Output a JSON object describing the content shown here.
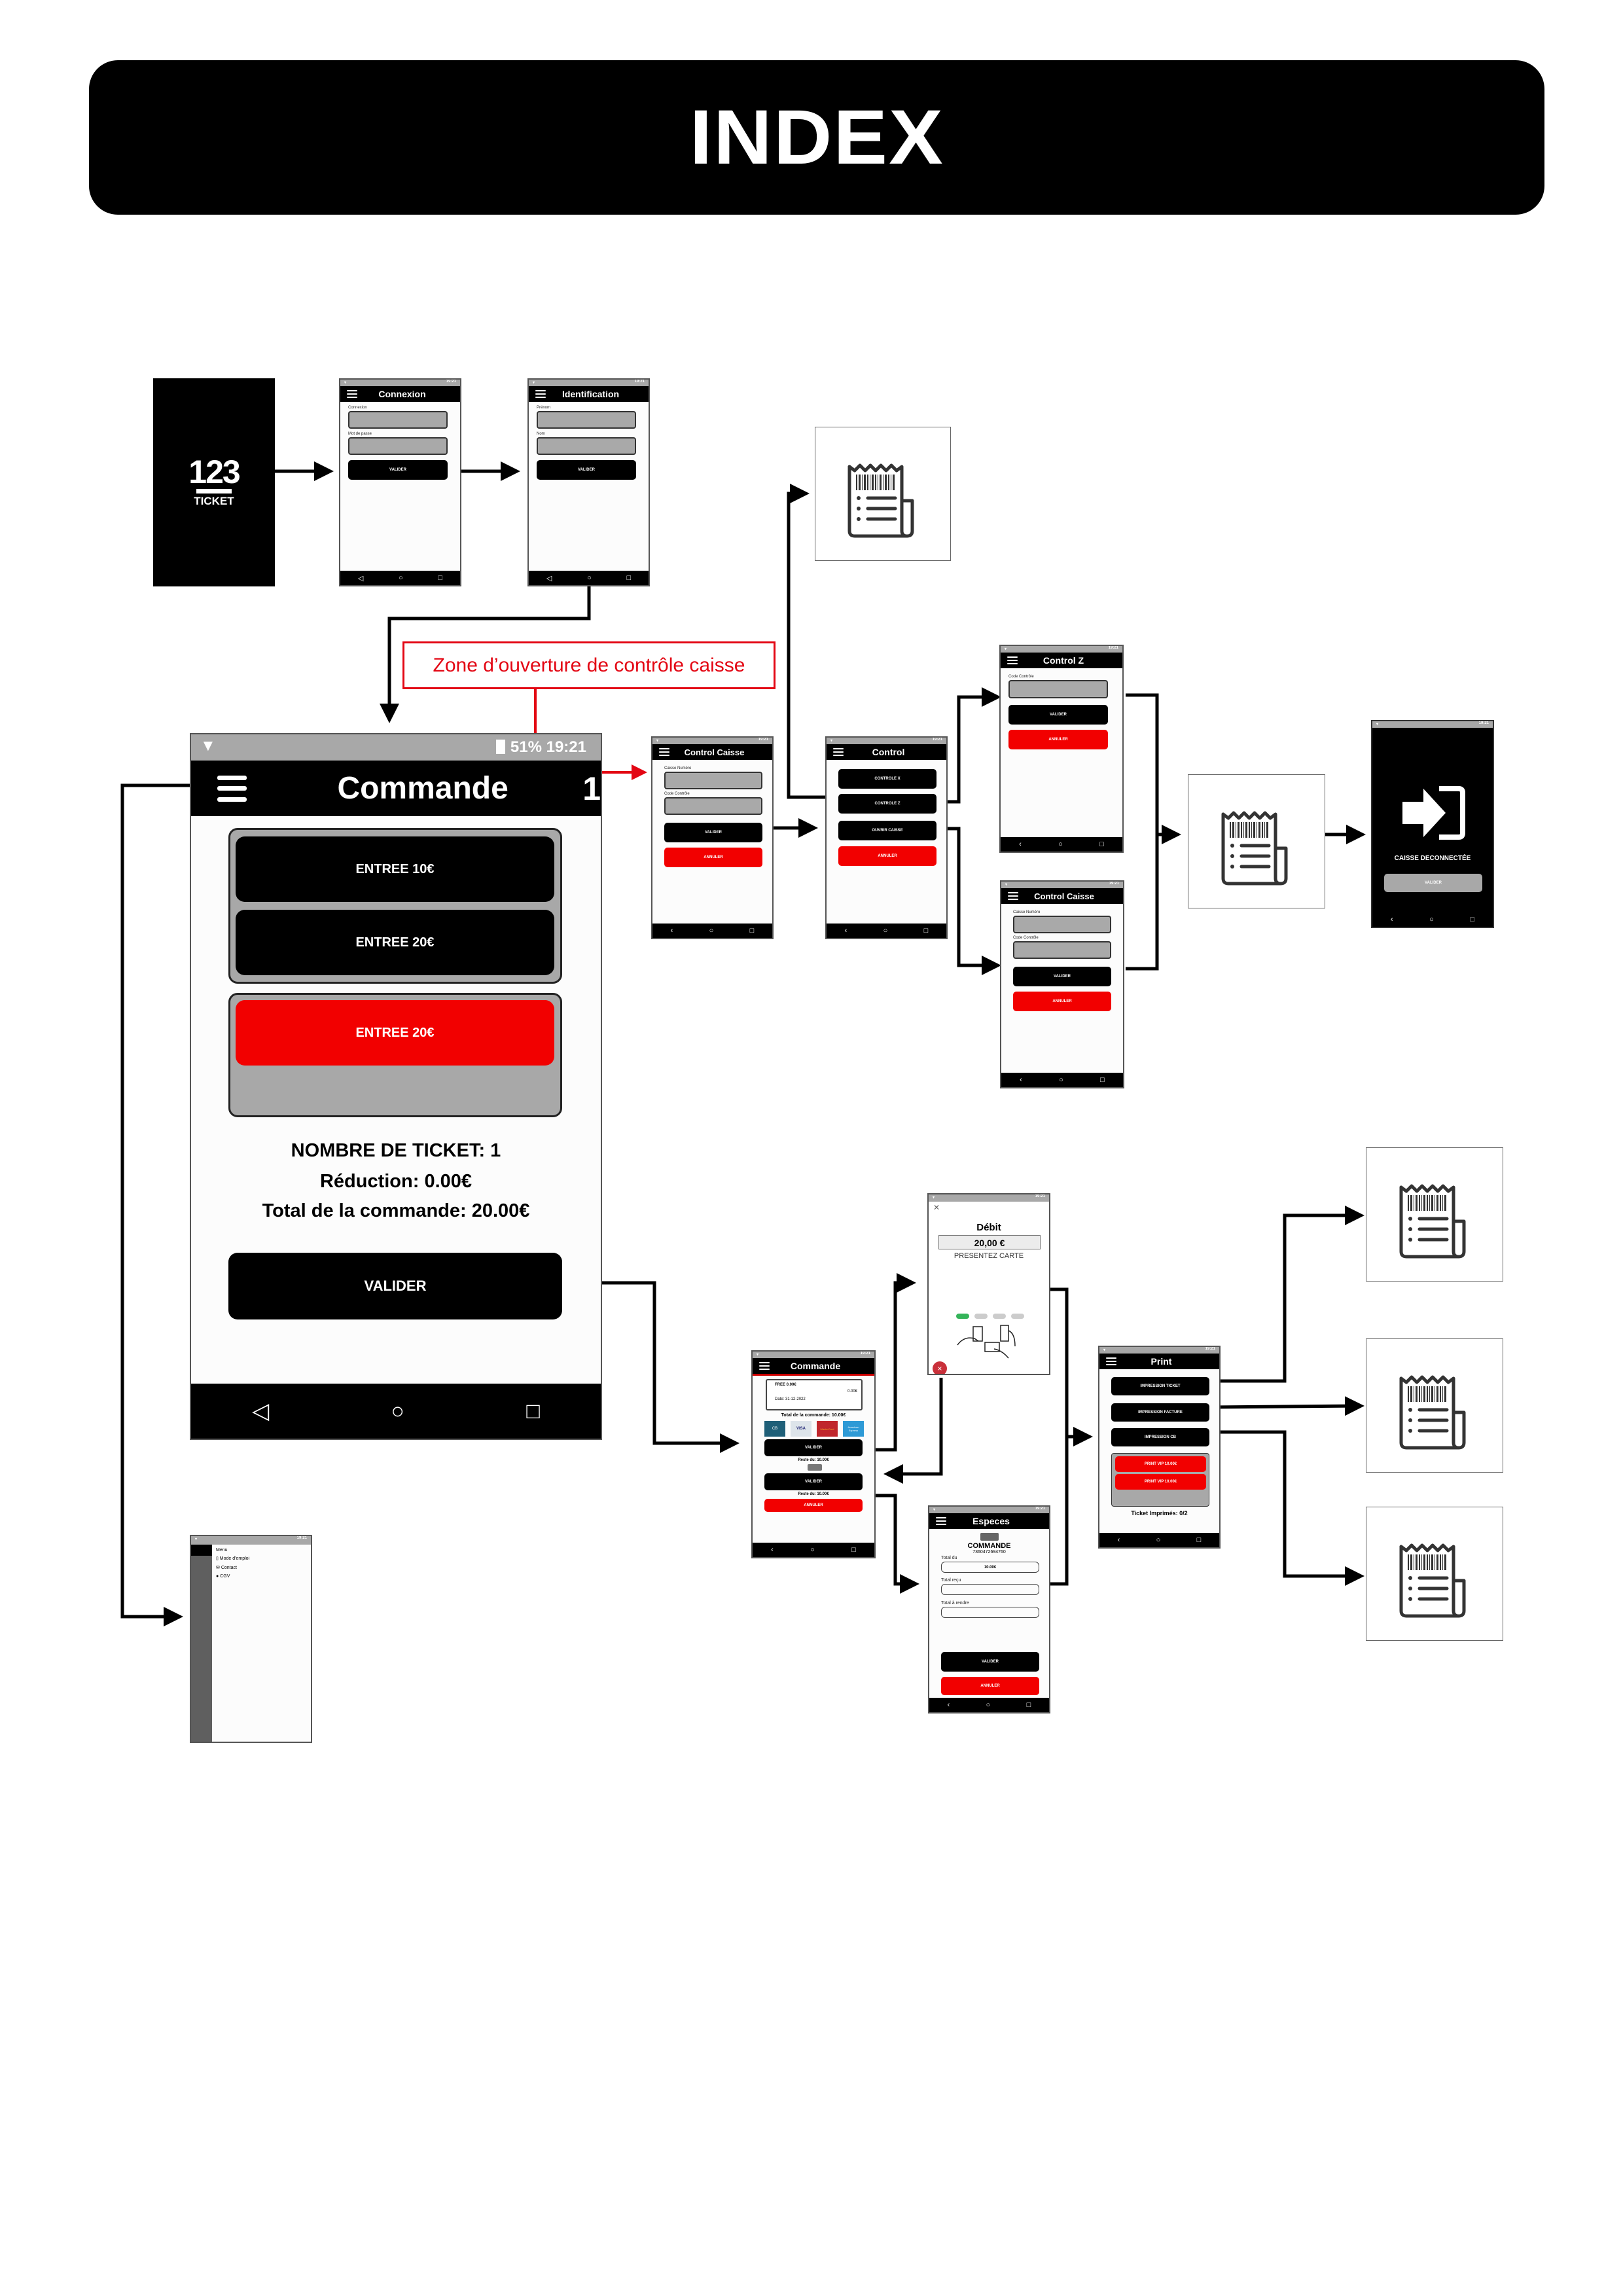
{
  "header": {
    "title": "INDEX"
  },
  "splash": {
    "logo_number": "123",
    "logo_word": "TICKET"
  },
  "status_bar": {
    "battery": "51%",
    "time": "19:21"
  },
  "annotation": {
    "label": "Zone d’ouverture de contrôle caisse",
    "color": "#e30613"
  },
  "colors": {
    "accent_red": "#f20000",
    "dark": "#000000",
    "field_grey": "#a9a9a9",
    "annotation_red": "#e30613"
  },
  "screens": {
    "connexion": {
      "title": "Connexion",
      "field1_label": "Connexion",
      "field2_label": "Mot de passe",
      "button": "VALIDER"
    },
    "identification": {
      "title": "Identification",
      "field1_label": "Prénom",
      "field2_label": "Nom",
      "button": "VALIDER"
    },
    "commande": {
      "title": "Commande",
      "counter": "1",
      "items": [
        "ENTREE 10€",
        "ENTREE 20€",
        "ENTREE 20€"
      ],
      "ticket_count": "NOMBRE DE TICKET: 1",
      "reduction": "Réduction: 0.00€",
      "total": "Total de la commande: 20.00€",
      "validate": "VALIDER"
    },
    "control_caisse": {
      "title": "Control Caisse",
      "field1_label": "Caisse Numéro",
      "field2_label": "Code Contrôle",
      "button": "VALIDER",
      "cancel": "ANNULER"
    },
    "control": {
      "title": "Control",
      "buttons": [
        "CONTROLE X",
        "CONTROLE Z",
        "OUVRIR CAISSE"
      ],
      "cancel": "ANNULER"
    },
    "control_z": {
      "title": "Control Z",
      "field_label": "Code Contrôle",
      "button": "VALIDER",
      "cancel": "ANNULER"
    },
    "control_caisse_2": {
      "title": "Control Caisse",
      "field1_label": "Caisse Numéro",
      "field2_label": "Code Contrôle",
      "button": "VALIDER",
      "cancel": "ANNULER"
    },
    "caisse_deconnectee": {
      "message": "CAISSE DECONNECTÉE",
      "button": "VALIDER"
    },
    "drawer_menu": {
      "header": "Menu",
      "items": [
        "Mode d'emploi",
        "Contact",
        "CGV"
      ]
    },
    "payment_commande": {
      "title": "Commande",
      "line_item": "FREE 0.00€",
      "line_price": "0.00€",
      "date": "Date: 31-12-2022",
      "total": "Total de la commande: 10.00€",
      "cards": [
        "CB",
        "VISA",
        "MasterCard",
        "American Express"
      ],
      "card_button": "VALIDER",
      "remaining1": "Reste du: 10.00€",
      "cash_button": "VALIDER",
      "remaining2": "Reste du: 10.00€",
      "cancel": "ANNULER"
    },
    "debit": {
      "title": "Débit",
      "amount": "20,00 €",
      "instruction": "PRESENTEZ CARTE",
      "progress_step": 1,
      "progress_total": 4
    },
    "especes": {
      "title": "Especes",
      "heading": "COMMANDE",
      "order_number": "7360472694760",
      "total_due_label": "Total du",
      "total_due_value": "10.00€",
      "received_label": "Total reçu",
      "change_label": "Total à rendre",
      "button": "VALIDER",
      "cancel": "ANNULER"
    },
    "print": {
      "title": "Print",
      "buttons": [
        "IMPRESSION TICKET",
        "IMPRESSION FACTURE",
        "IMPRESSION CB"
      ],
      "vip_buttons": [
        "PRINT VIP 10.00€",
        "PRINT VIP 10.00€"
      ],
      "printed": "Ticket Imprimés:  0/2"
    }
  }
}
